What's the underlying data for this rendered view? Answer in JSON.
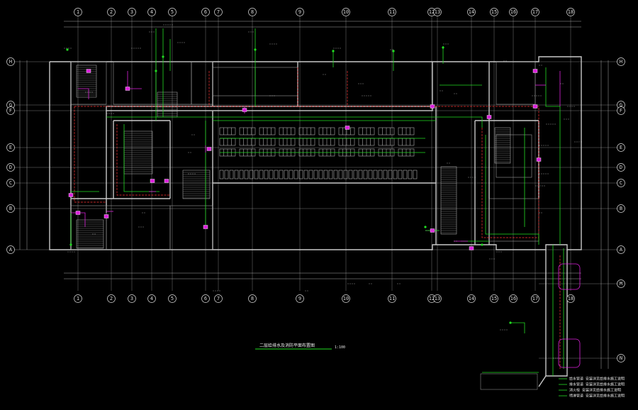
{
  "drawing": {
    "title": "二层给排水及消防平面布置图",
    "scale": "1:100"
  },
  "axes": {
    "columns": [
      "1",
      "2",
      "3",
      "4",
      "5",
      "6",
      "7",
      "8",
      "9",
      "10",
      "11",
      "12",
      "13",
      "14",
      "15",
      "16",
      "17",
      "18"
    ],
    "rows": [
      "H",
      "G",
      "F",
      "E",
      "D",
      "C",
      "B",
      "A"
    ],
    "rows_extension": [
      "M",
      "N"
    ]
  },
  "legend": [
    "给水管道 安装详见给排水施工说明",
    "排水管道 安装详见给排水施工说明",
    "消火栓 安装详见给排水施工说明",
    "喷淋管道 安装详见给排水施工说明"
  ],
  "colors": {
    "background": "#000000",
    "walls": "#c8c8c8",
    "grid": "#9a9a9a",
    "water_supply": "#22dd22",
    "drainage": "#dd22dd",
    "fire_pipe": "#ff3333",
    "sprinkler": "#33ff55"
  }
}
